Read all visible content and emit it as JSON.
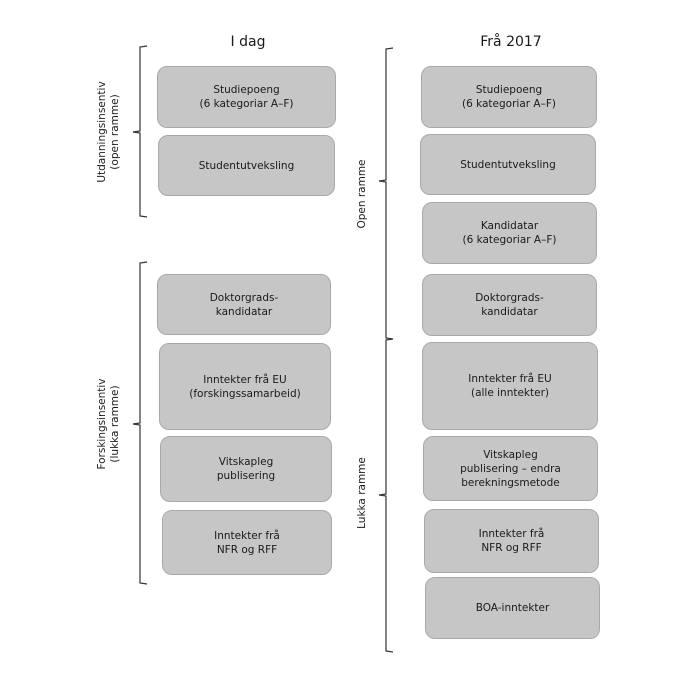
{
  "columns": {
    "left": {
      "title": "I dag",
      "groups": [
        {
          "label": "Utdanningsinsentiv\n(open ramme)"
        },
        {
          "label": "Forskingsinsentiv\n(lukka ramme)"
        }
      ],
      "boxes": [
        {
          "text": "Studiepoeng\n(6 kategoriar A–F)"
        },
        {
          "text": "Studentutveksling"
        },
        {
          "text": "Doktorgrads-\nkandidatar"
        },
        {
          "text": "Inntekter frå EU\n(forskingssamarbeid)"
        },
        {
          "text": "Vitskapleg\npublisering"
        },
        {
          "text": "Inntekter frå\nNFR og RFF"
        }
      ]
    },
    "right": {
      "title": "Frå 2017",
      "groups": [
        {
          "label": "Open ramme"
        },
        {
          "label": "Lukka ramme"
        }
      ],
      "boxes": [
        {
          "text": "Studiepoeng\n(6 kategoriar A–F)"
        },
        {
          "text": "Studentutveksling"
        },
        {
          "text": "Kandidatar\n(6 kategoriar A–F)"
        },
        {
          "text": "Doktorgrads-\nkandidatar"
        },
        {
          "text": "Inntekter frå EU\n(alle inntekter)"
        },
        {
          "text": "Vitskapleg\npublisering – endra\nberekningsmetode"
        },
        {
          "text": "Inntekter frå\nNFR og RFF"
        },
        {
          "text": "BOA-inntekter"
        }
      ]
    }
  },
  "colors": {
    "box_fill": "#c6c6c6",
    "box_border": "#a9a9a9",
    "line": "#333333"
  }
}
